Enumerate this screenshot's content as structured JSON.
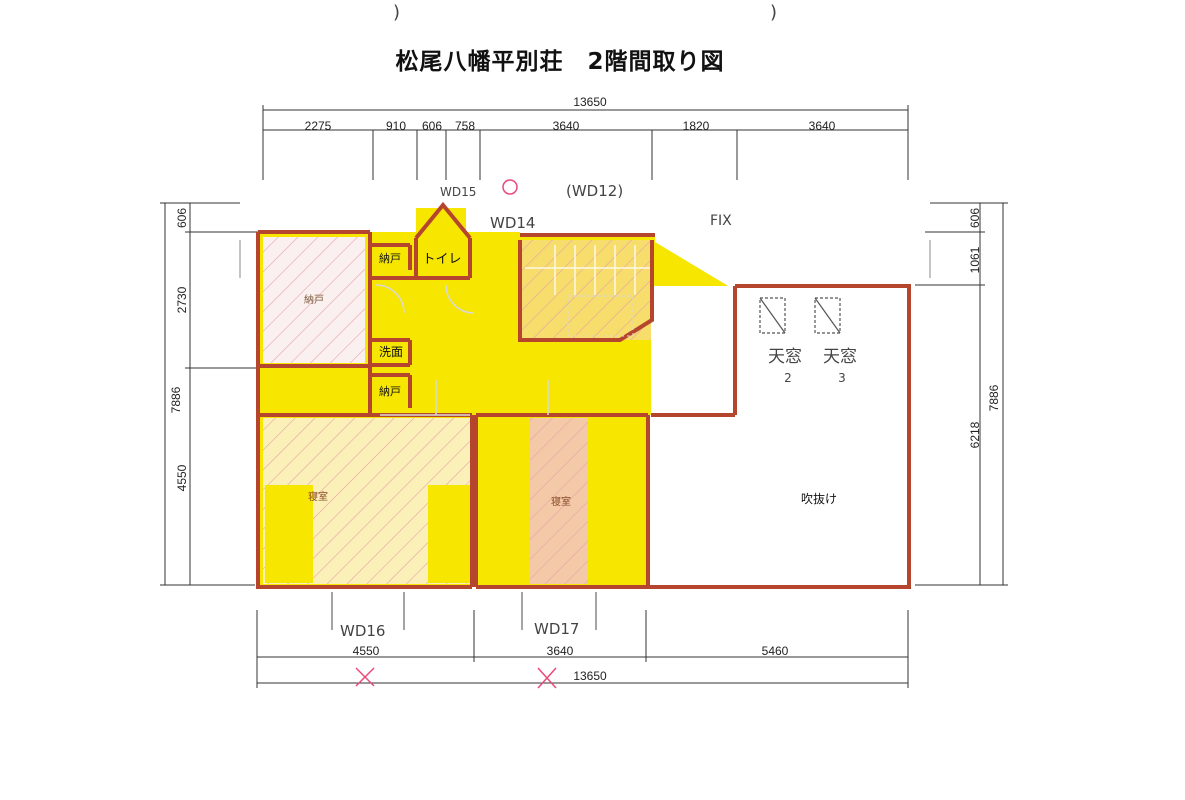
{
  "title": "松尾八幡平別荘　2階間取り図",
  "top_dims": {
    "total": "13650",
    "segments": [
      "2275",
      "910",
      "606",
      "758",
      "3640",
      "1820",
      "3640"
    ]
  },
  "bottom_dims": {
    "total": "13650",
    "segments": [
      "4550",
      "3640",
      "5460"
    ]
  },
  "left_dims": {
    "total": "7886",
    "segments": [
      "606",
      "2730",
      "4550"
    ]
  },
  "right_dims": {
    "total": "7886",
    "segments": [
      "606",
      "1061",
      "6218"
    ]
  },
  "rooms": {
    "storage_nw": "納戸",
    "closet_1": "納戸",
    "closet_2": "納戸",
    "toilet": "トイレ",
    "washroom": "洗面",
    "void": "吹抜け",
    "bedroom_mid": "寝室",
    "bedroom_west": "寝室"
  },
  "handwritten": {
    "wd15": "WD15",
    "wd12": "(WD12)",
    "wd14": "WD14",
    "fix": "FIX",
    "wd16": "WD16",
    "wd17": "WD17",
    "void_note_1": "天窓",
    "void_note_2": "天窓",
    "void_num_1": "2",
    "void_num_2": "3"
  },
  "colors": {
    "floor": "#f7e600",
    "wall": "#b5452c",
    "hatch": "#e6a3a6",
    "mark": "#e84a7a"
  }
}
